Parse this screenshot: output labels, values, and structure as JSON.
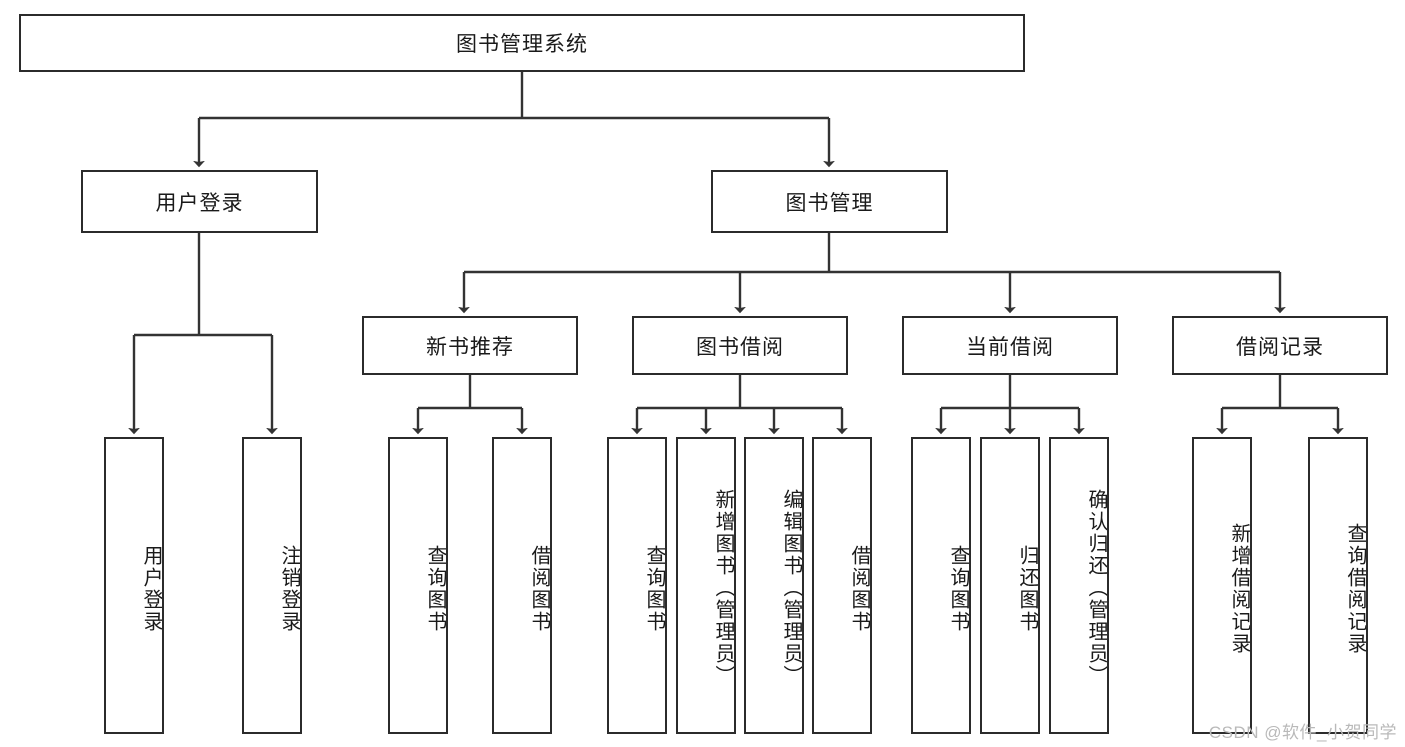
{
  "diagram": {
    "title_node": {
      "label": "图书管理系统"
    },
    "level2": [
      {
        "id": "user-login",
        "label": "用户登录"
      },
      {
        "id": "book-management",
        "label": "图书管理"
      }
    ],
    "level3": [
      {
        "id": "new-book-recommend",
        "label": "新书推荐"
      },
      {
        "id": "book-borrow",
        "label": "图书借阅"
      },
      {
        "id": "current-borrow",
        "label": "当前借阅"
      },
      {
        "id": "borrow-record",
        "label": "借阅记录"
      }
    ],
    "leaves": {
      "user_login": [
        {
          "id": "leaf-user-login",
          "label": "用户登录"
        },
        {
          "id": "leaf-logout-login",
          "label": "注销登录"
        }
      ],
      "new_book_recommend": [
        {
          "id": "leaf-query-book-1",
          "label": "查询图书"
        },
        {
          "id": "leaf-borrow-book-1",
          "label": "借阅图书"
        }
      ],
      "book_borrow": [
        {
          "id": "leaf-query-book-2",
          "label": "查询图书"
        },
        {
          "id": "leaf-add-book",
          "label": "新增图书（管理员）"
        },
        {
          "id": "leaf-edit-book",
          "label": "编辑图书（管理员）"
        },
        {
          "id": "leaf-borrow-book-2",
          "label": "借阅图书"
        }
      ],
      "current_borrow": [
        {
          "id": "leaf-query-book-3",
          "label": "查询图书"
        },
        {
          "id": "leaf-return-book",
          "label": "归还图书"
        },
        {
          "id": "leaf-confirm-return",
          "label": "确认归还（管理员）"
        }
      ],
      "borrow_record": [
        {
          "id": "leaf-add-borrow-record",
          "label": "新增借阅记录"
        },
        {
          "id": "leaf-query-borrow-record",
          "label": "查询借阅记录"
        }
      ]
    },
    "colors": {
      "border": "#2b2b2b",
      "line": "#333333",
      "text": "#1a1a1a",
      "background": "#ffffff",
      "watermark": "#b9b9b9"
    }
  },
  "watermark": {
    "text": "CSDN @软件_小贺同学"
  }
}
